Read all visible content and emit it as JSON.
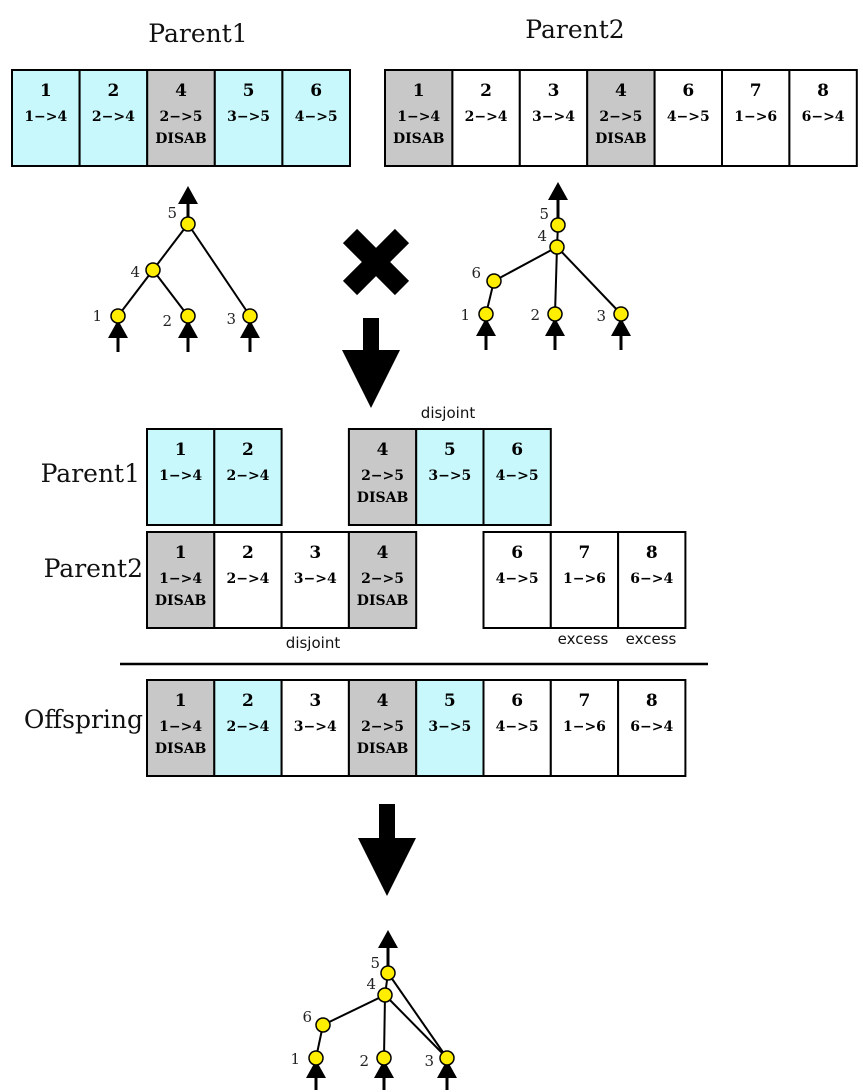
{
  "colors": {
    "matching": "#c8f8fb",
    "disabled": "#c8c8c8",
    "normal": "#ffffff",
    "node": "#ffee00",
    "stroke": "#000000"
  },
  "top": {
    "parent1_title": "Parent1",
    "parent2_title": "Parent2",
    "parent1_genes": [
      {
        "num": "1",
        "conn": "1−>4",
        "dis": "",
        "state": "matching"
      },
      {
        "num": "2",
        "conn": "2−>4",
        "dis": "",
        "state": "matching"
      },
      {
        "num": "4",
        "conn": "2−>5",
        "dis": "DISAB",
        "state": "disabled"
      },
      {
        "num": "5",
        "conn": "3−>5",
        "dis": "",
        "state": "matching"
      },
      {
        "num": "6",
        "conn": "4−>5",
        "dis": "",
        "state": "matching"
      }
    ],
    "parent2_genes": [
      {
        "num": "1",
        "conn": "1−>4",
        "dis": "DISAB",
        "state": "disabled"
      },
      {
        "num": "2",
        "conn": "2−>4",
        "dis": "",
        "state": "normal"
      },
      {
        "num": "3",
        "conn": "3−>4",
        "dis": "",
        "state": "normal"
      },
      {
        "num": "4",
        "conn": "2−>5",
        "dis": "DISAB",
        "state": "disabled"
      },
      {
        "num": "6",
        "conn": "4−>5",
        "dis": "",
        "state": "normal"
      },
      {
        "num": "7",
        "conn": "1−>6",
        "dis": "",
        "state": "normal"
      },
      {
        "num": "8",
        "conn": "6−>4",
        "dis": "",
        "state": "normal"
      }
    ]
  },
  "networks": {
    "parent1_nodes": [
      "1",
      "2",
      "3",
      "4",
      "5"
    ],
    "parent2_nodes": [
      "1",
      "2",
      "3",
      "4",
      "5",
      "6"
    ],
    "offspring_nodes": [
      "1",
      "2",
      "3",
      "4",
      "5",
      "6"
    ]
  },
  "alignment": {
    "label_parent1": "Parent1",
    "label_parent2": "Parent2",
    "label_offspring": "Offspring",
    "disjoint_top": "disjoint",
    "disjoint_bottom": "disjoint",
    "excess_1": "excess",
    "excess_2": "excess",
    "parent1_row": [
      {
        "num": "1",
        "conn": "1−>4",
        "dis": "",
        "state": "matching"
      },
      {
        "num": "2",
        "conn": "2−>4",
        "dis": "",
        "state": "matching"
      },
      null,
      {
        "num": "4",
        "conn": "2−>5",
        "dis": "DISAB",
        "state": "disabled"
      },
      {
        "num": "5",
        "conn": "3−>5",
        "dis": "",
        "state": "matching"
      },
      {
        "num": "6",
        "conn": "4−>5",
        "dis": "",
        "state": "matching"
      },
      null,
      null
    ],
    "parent2_row": [
      {
        "num": "1",
        "conn": "1−>4",
        "dis": "DISAB",
        "state": "disabled"
      },
      {
        "num": "2",
        "conn": "2−>4",
        "dis": "",
        "state": "normal"
      },
      {
        "num": "3",
        "conn": "3−>4",
        "dis": "",
        "state": "normal"
      },
      {
        "num": "4",
        "conn": "2−>5",
        "dis": "DISAB",
        "state": "disabled"
      },
      null,
      {
        "num": "6",
        "conn": "4−>5",
        "dis": "",
        "state": "normal"
      },
      {
        "num": "7",
        "conn": "1−>6",
        "dis": "",
        "state": "normal"
      },
      {
        "num": "8",
        "conn": "6−>4",
        "dis": "",
        "state": "normal"
      }
    ],
    "offspring_row": [
      {
        "num": "1",
        "conn": "1−>4",
        "dis": "DISAB",
        "state": "disabled"
      },
      {
        "num": "2",
        "conn": "2−>4",
        "dis": "",
        "state": "matching"
      },
      {
        "num": "3",
        "conn": "3−>4",
        "dis": "",
        "state": "normal"
      },
      {
        "num": "4",
        "conn": "2−>5",
        "dis": "DISAB",
        "state": "disabled"
      },
      {
        "num": "5",
        "conn": "3−>5",
        "dis": "",
        "state": "matching"
      },
      {
        "num": "6",
        "conn": "4−>5",
        "dis": "",
        "state": "normal"
      },
      {
        "num": "7",
        "conn": "1−>6",
        "dis": "",
        "state": "normal"
      },
      {
        "num": "8",
        "conn": "6−>4",
        "dis": "",
        "state": "normal"
      }
    ]
  }
}
